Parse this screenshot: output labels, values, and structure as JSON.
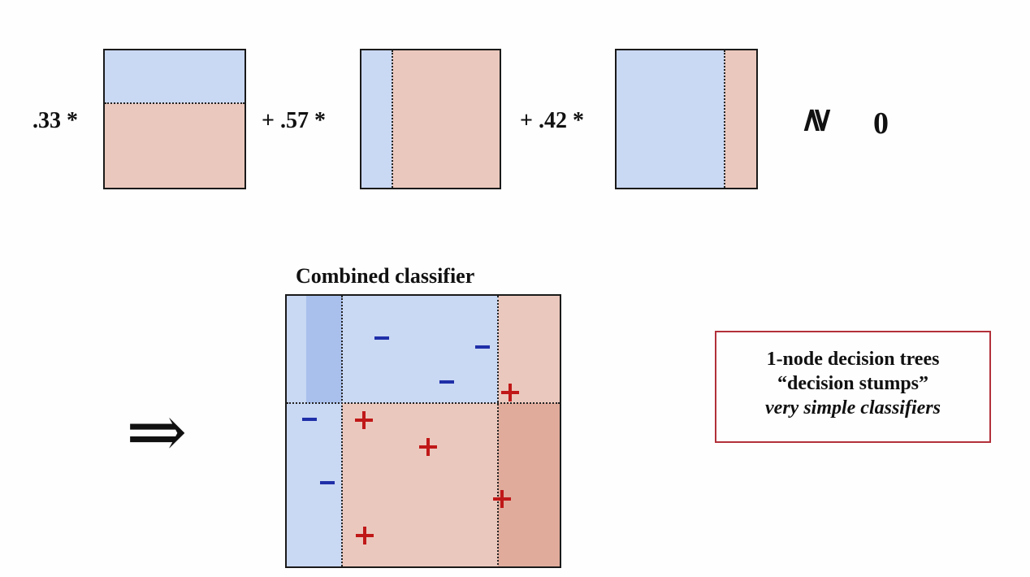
{
  "equation": {
    "terms": [
      {
        "coefficient": ".33 *"
      },
      {
        "coefficient": "+  .57 *"
      },
      {
        "coefficient": "+  .42 *"
      }
    ],
    "comparator": "≷",
    "threshold": "0"
  },
  "combined": {
    "title": "Combined classifier",
    "minus_symbol": "−",
    "plus_symbol": "+"
  },
  "implies_symbol": "⇒",
  "note": {
    "line1": "1-node decision trees",
    "line2": "“decision stumps”",
    "line3": "very simple classifiers"
  },
  "colors": {
    "negative_region": "#c9d8f3",
    "positive_region": "#ebc8bd",
    "minus_mark": "#1f2fa8",
    "plus_mark": "#c01818",
    "note_border": "#b2303a"
  }
}
